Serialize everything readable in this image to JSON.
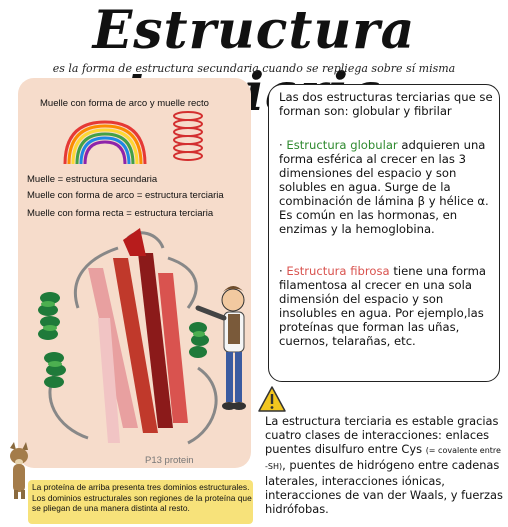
{
  "title": "Estructura terciaria",
  "subtitle": "es la forma de estructura secundaria cuando se repliega sobre sí misma",
  "left_panel": {
    "spring_heading": "Muelle con forma de arco y muelle recto",
    "label_1": "Muelle = estructura secundaria",
    "label_2": "Muelle con forma de arco = estructura terciaria",
    "label_3": "Muelle con forma recta = estructura terciaria",
    "protein_caption": "P13 protein"
  },
  "right_box": {
    "intro": "Las dos estructuras terciarias que se forman son: globular y fibrilar",
    "globular_bullet": "· ",
    "globular_term": "Estructura globular",
    "globular_text": " adquieren una forma esférica al crecer en las 3 dimensiones del espacio y son solubles en agua. Surge de la combinación de lámina β y hélice α. Es común en las hormonas, en enzimas y la hemoglobina.",
    "fibrosa_bullet": "· ",
    "fibrosa_term": "Estructura fibrosa",
    "fibrosa_text": " tiene una forma filamentosa al crecer en una sola dimensión del espacio y son insolubles en agua. Por ejemplo,las proteínas que forman las uñas, cuernos, telarañas, etc."
  },
  "bottom_text": {
    "part1": "La estructura terciaria es estable gracias cuatro clases de interacciones: enlaces puentes disulfuro entre Cys ",
    "small_note": "(= covalente entre -SH)",
    "part2": ", puentes de hidrógeno entre cadenas laterales, interacciones iónicas, interacciones de van der Waals, y fuerzas hidrófobas."
  },
  "note": "La proteína de arriba presenta tres dominios estructurales. Los dominios estructurales son regiones de la proteína que se pliegan de una manera distinta al resto.",
  "colors": {
    "panel_bg": "#f6dccb",
    "globular_green": "#2f8a2f",
    "fibrosa_red": "#d9534f",
    "note_bg": "#f7e27a",
    "warning_yellow": "#f2c61f"
  },
  "icons": [
    "rainbow-slinky-icon",
    "red-spring-icon",
    "protein-ribbon-icon",
    "scientist-icon",
    "warning-icon",
    "dog-icon"
  ]
}
